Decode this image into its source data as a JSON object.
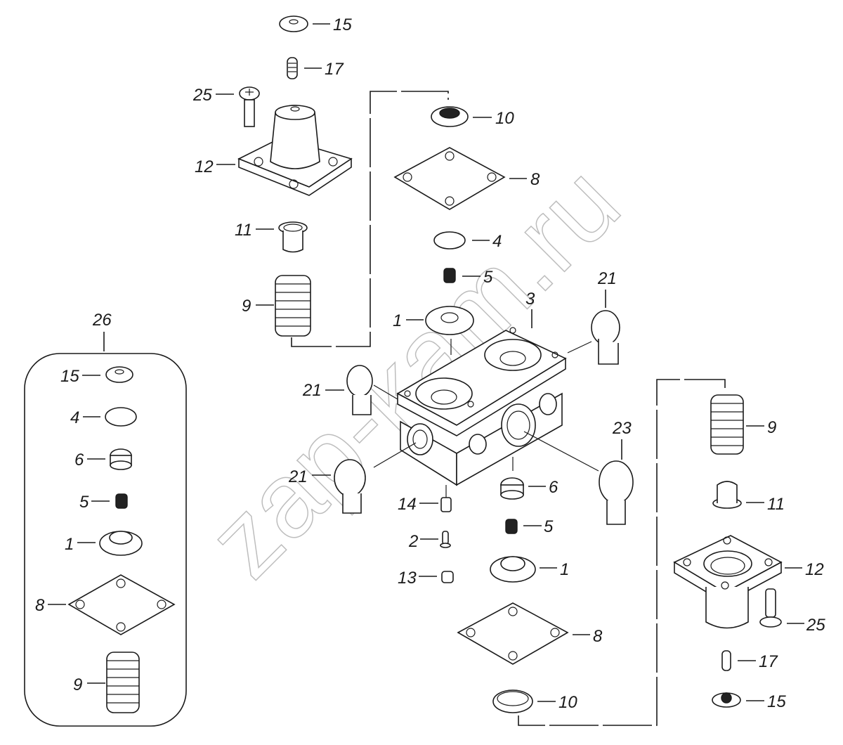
{
  "diagram": {
    "title": "Exploded view of valve assembly",
    "watermark": "zap-kam.ru",
    "kit_label": "26",
    "callouts": {
      "top_cap": "15",
      "top_stud": "17",
      "top_screw": "25",
      "top_cover": "12",
      "top_piston": "11",
      "top_spring": "9",
      "upper_seal": "10",
      "upper_diaphragm": "8",
      "upper_disc": "4",
      "upper_insert": "5",
      "upper_valve": "1",
      "body": "3",
      "plug_right": "21",
      "plug_left": "21",
      "plug_lower_left": "21",
      "plug_lower_right": "23",
      "lower_seat": "6",
      "lower_spring_small": "14",
      "lower_pin": "2",
      "lower_nut": "13",
      "lower_insert": "5",
      "lower_valve": "1",
      "lower_diaphragm": "8",
      "lower_seal": "10",
      "right_spring": "9",
      "right_piston": "11",
      "right_cover": "12",
      "right_screw": "25",
      "right_stud": "17",
      "right_cap": "15"
    },
    "kit_items": [
      "15",
      "4",
      "6",
      "5",
      "1",
      "8",
      "9"
    ]
  }
}
